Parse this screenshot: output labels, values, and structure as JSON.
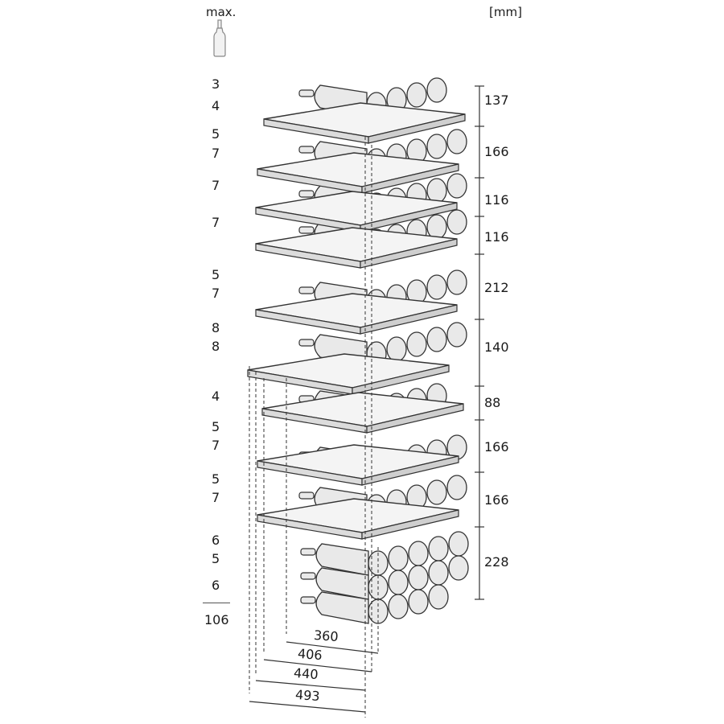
{
  "header": {
    "max_label": "max.",
    "unit_label": "[mm]",
    "bottle_icon": "wine-bottle-icon"
  },
  "shelf_counts": [
    {
      "top": "3",
      "bottom": "4"
    },
    {
      "top": "5",
      "bottom": "7"
    },
    {
      "top": "7",
      "bottom": ""
    },
    {
      "top": "7",
      "bottom": ""
    },
    {
      "top": "5",
      "bottom": "7"
    },
    {
      "top": "8",
      "bottom": "8"
    },
    {
      "top": "4",
      "bottom": ""
    },
    {
      "top": "5",
      "bottom": "7"
    },
    {
      "top": "5",
      "bottom": "7"
    },
    {
      "top": "6",
      "bottom": "5",
      "extra": "6"
    }
  ],
  "total_bottles": "106",
  "heights_mm": [
    "137",
    "166",
    "116",
    "116",
    "212",
    "140",
    "88",
    "166",
    "166",
    "228"
  ],
  "depths_mm": [
    "360",
    "406",
    "440",
    "493"
  ]
}
